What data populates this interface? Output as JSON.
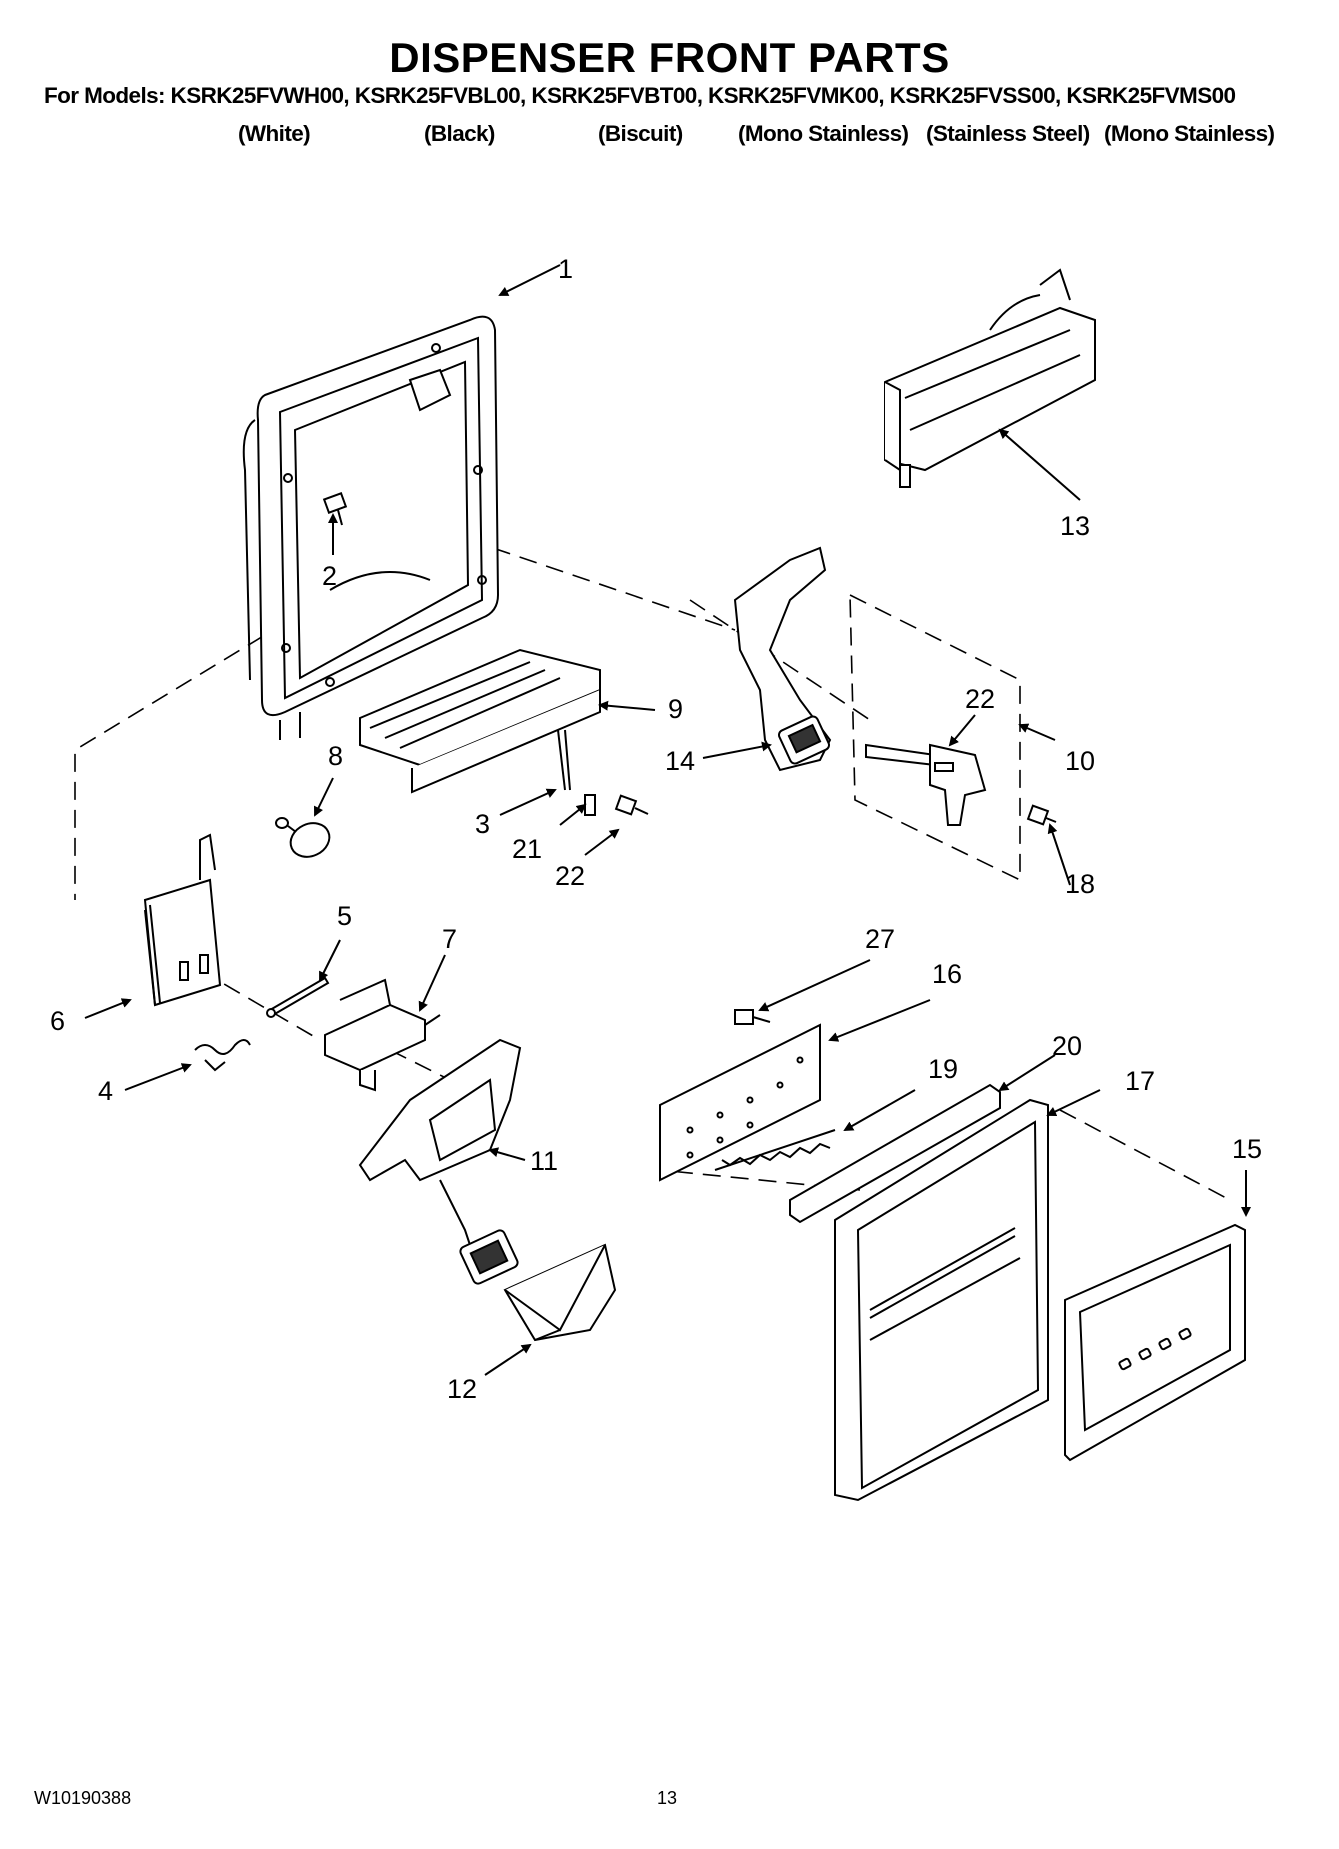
{
  "header": {
    "title": "DISPENSER FRONT PARTS",
    "models_line": "For Models: KSRK25FVWH00, KSRK25FVBL00, KSRK25FVBT00, KSRK25FVMK00, KSRK25FVSS00, KSRK25FVMS00",
    "colors": [
      "(White)",
      "(Black)",
      "(Biscuit)",
      "(Mono Stainless)",
      "(Stainless Steel)",
      "(Mono Stainless)"
    ]
  },
  "callouts": [
    "1",
    "2",
    "13",
    "9",
    "22",
    "10",
    "14",
    "8",
    "3",
    "21",
    "22",
    "18",
    "5",
    "7",
    "27",
    "16",
    "6",
    "20",
    "4",
    "19",
    "17",
    "15",
    "11",
    "12"
  ],
  "footer": {
    "doc_number": "W10190388",
    "page_number": "13"
  }
}
